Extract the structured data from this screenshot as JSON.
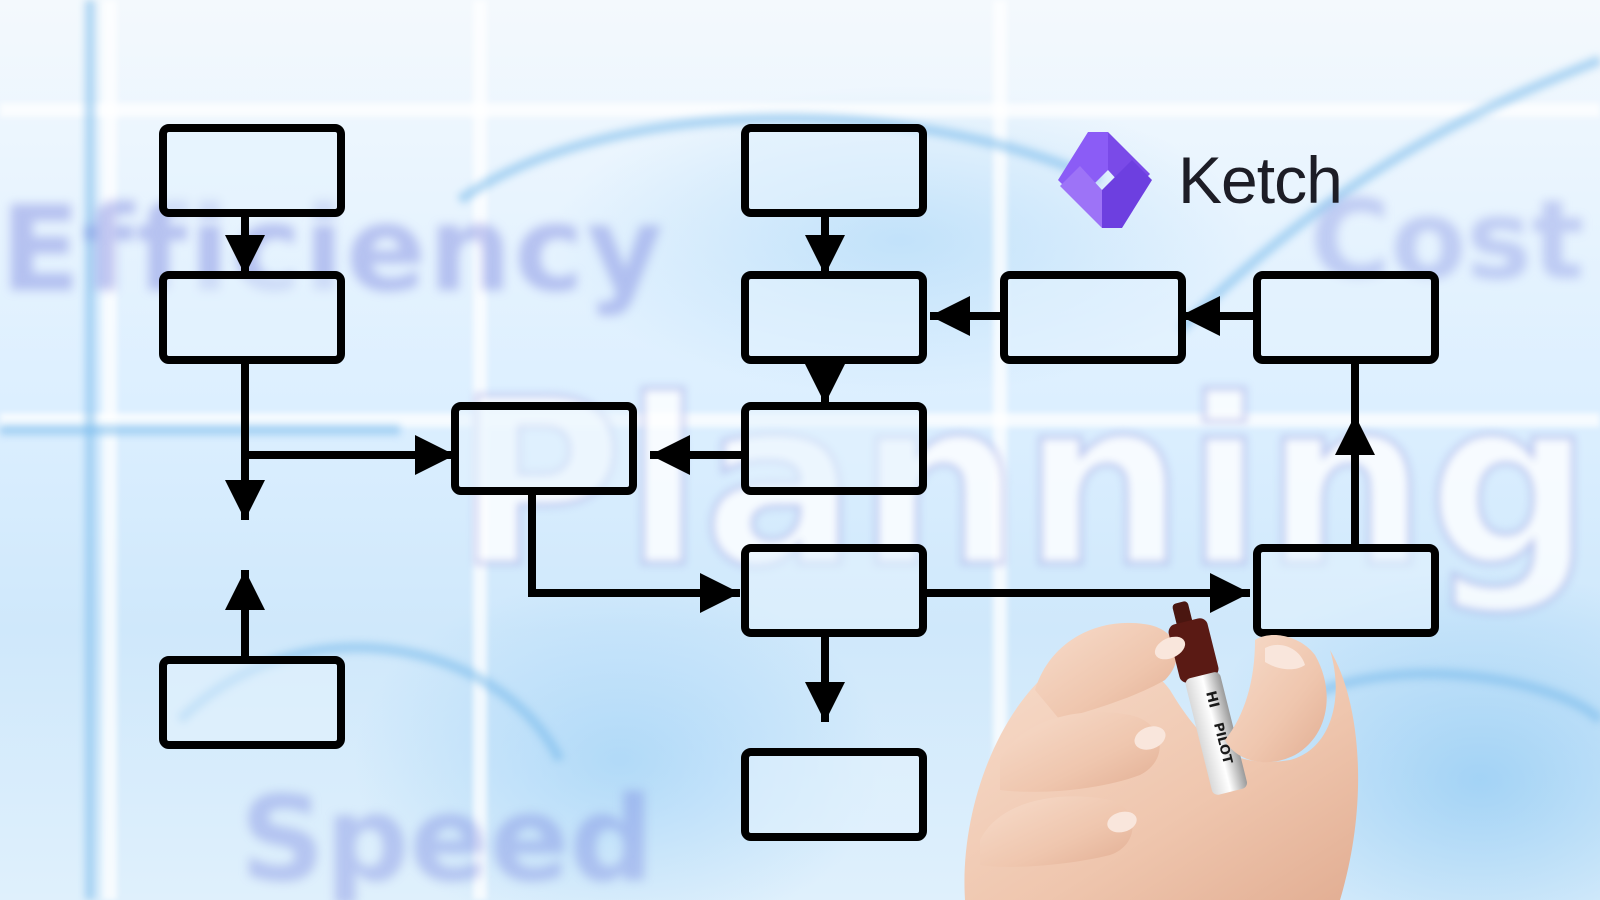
{
  "background_words": {
    "efficiency": "Efficiency",
    "planning": "Planning",
    "cost": "Cost",
    "speed": "Speed"
  },
  "brand": {
    "name": "Ketch",
    "mark_color": "#8b5cf6",
    "mark_color_dark": "#6d3fe0",
    "text_color": "#1d1d26"
  },
  "marker": {
    "label_1": "PILOT",
    "label_2": "HI"
  },
  "colors": {
    "box_fill": "#e3f2fd",
    "stroke": "#000000"
  }
}
